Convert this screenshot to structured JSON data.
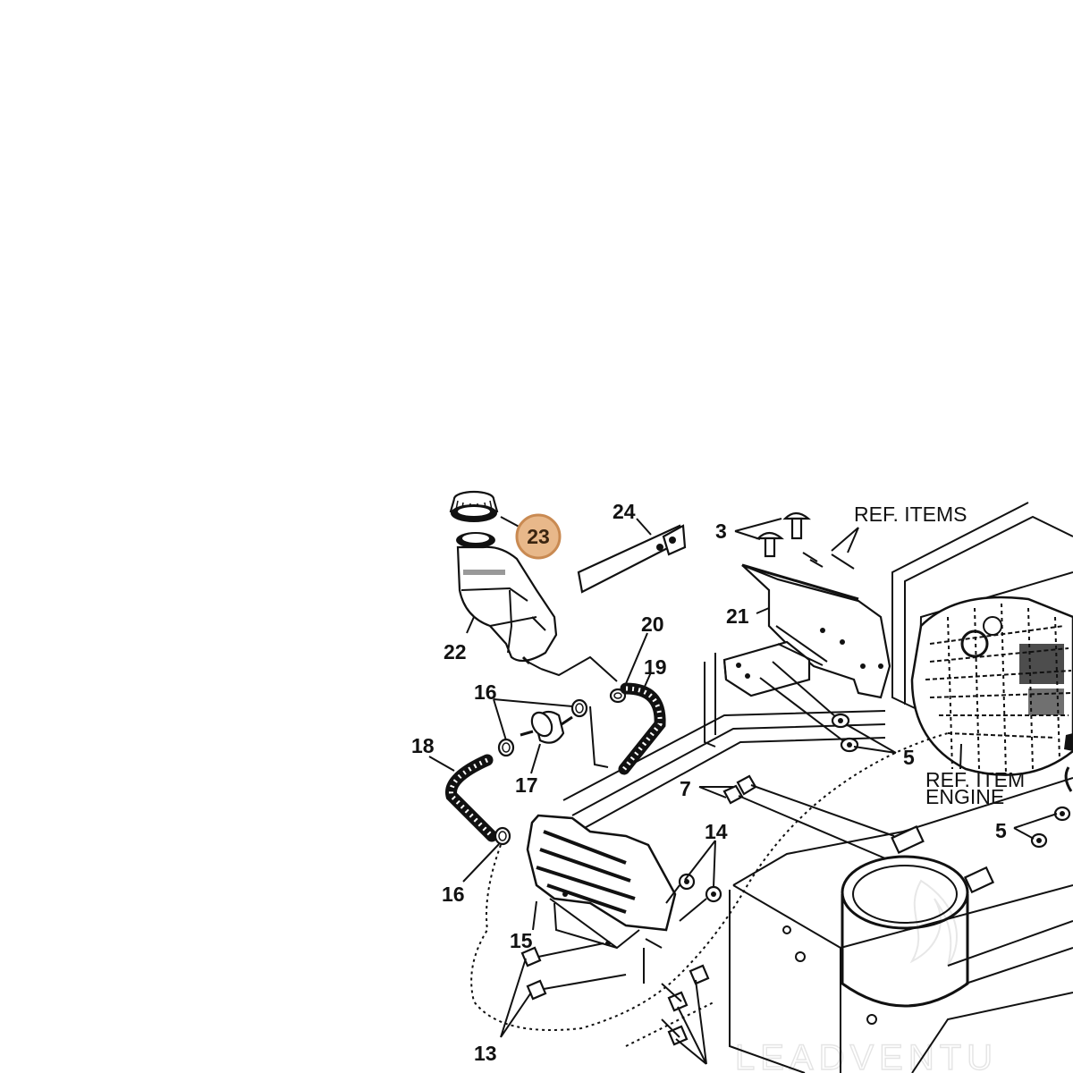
{
  "diagram": {
    "callouts": {
      "c3": "3",
      "c5a": "5",
      "c5b": "5",
      "c7": "7",
      "c13": "13",
      "c14": "14",
      "c15": "15",
      "c16a": "16",
      "c16b": "16",
      "c17": "17",
      "c18": "18",
      "c19": "19",
      "c20": "20",
      "c21": "21",
      "c22": "22",
      "c23": "23",
      "c24": "24"
    },
    "ref_items": "REF. ITEMS",
    "ref_item_engine_line1": "REF. ITEM",
    "ref_item_engine_line2": "ENGINE",
    "highlight_color": "#e8b88a",
    "highlight_border": "#c98a52"
  },
  "watermark": {
    "text": "LEADVENTU"
  }
}
